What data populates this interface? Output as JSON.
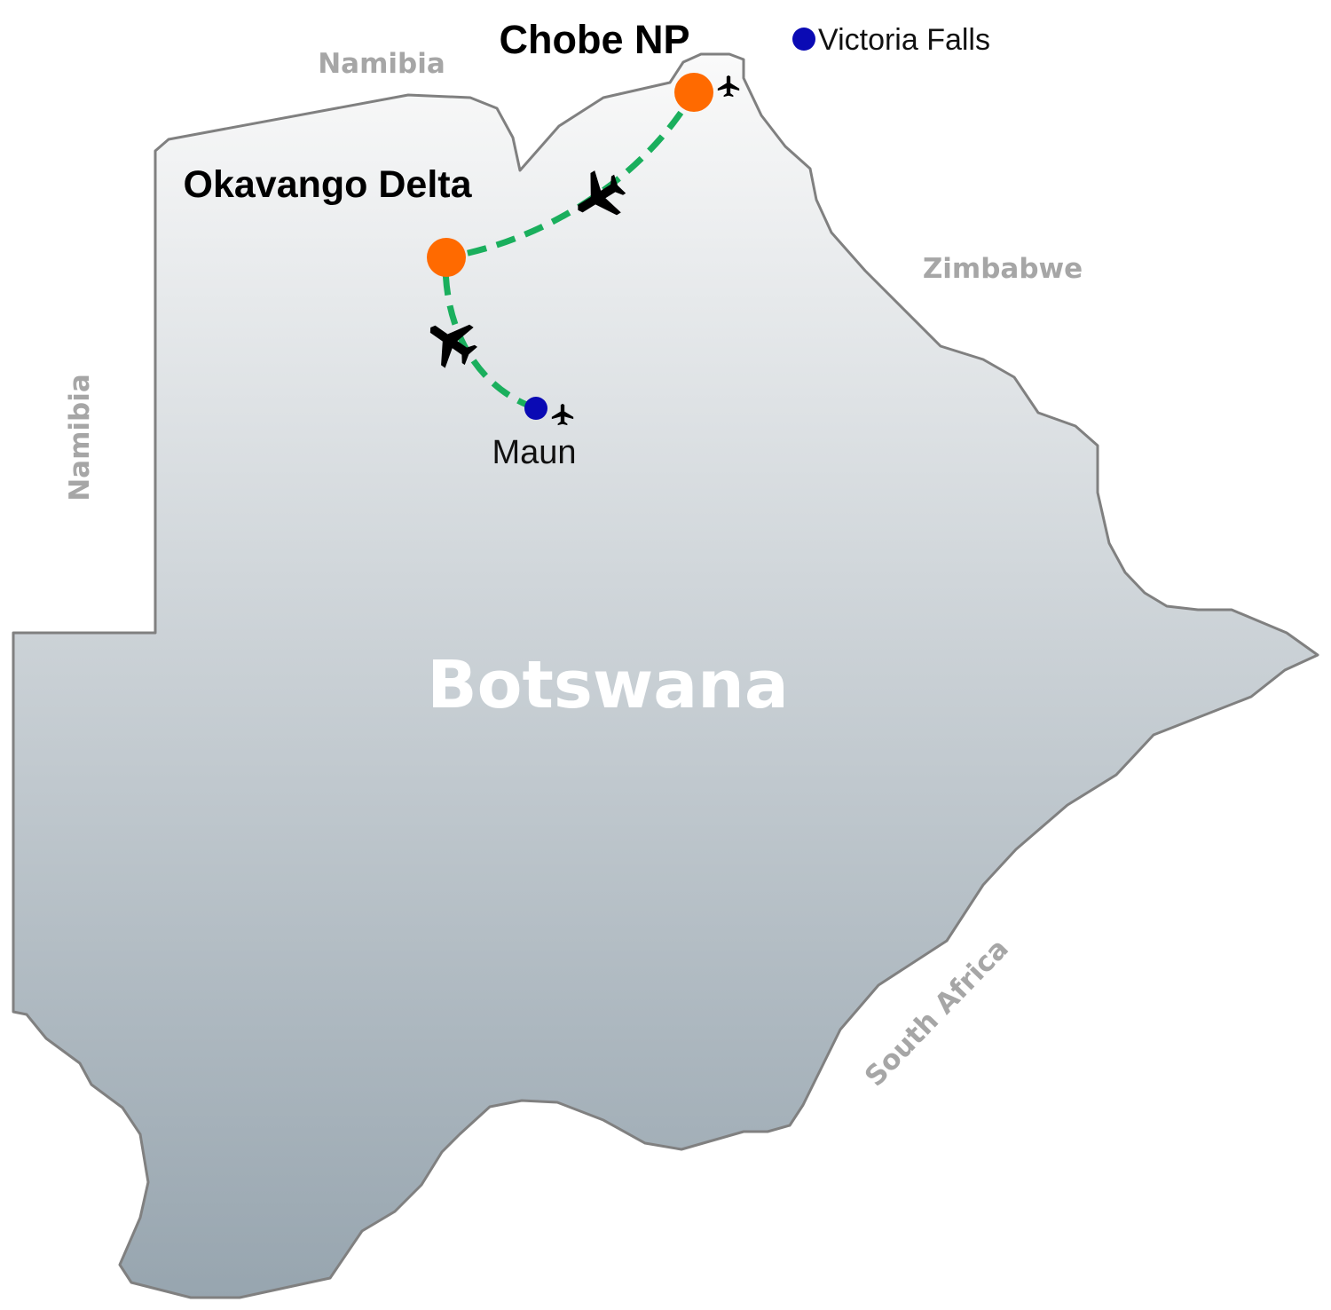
{
  "map": {
    "country": "Botswana",
    "neighbors": {
      "namibia_north": "Namibia",
      "namibia_west": "Namibia",
      "zimbabwe": "Zimbabwe",
      "south_africa": "South Africa"
    },
    "places": {
      "chobe": "Chobe NP",
      "okavango": "Okavango Delta",
      "maun": "Maun",
      "victoria_falls": "Victoria Falls"
    },
    "colors": {
      "land_top": "#fafafa",
      "land_bottom": "#97a5af",
      "border": "#808080",
      "route": "#1aaf5d",
      "camp_marker": "#ff6a00",
      "town_marker": "#0a0ab4",
      "neighbor_label": "#a6a6a6"
    },
    "icons": {
      "airport": "airplane-icon",
      "flight": "airplane-icon"
    }
  }
}
